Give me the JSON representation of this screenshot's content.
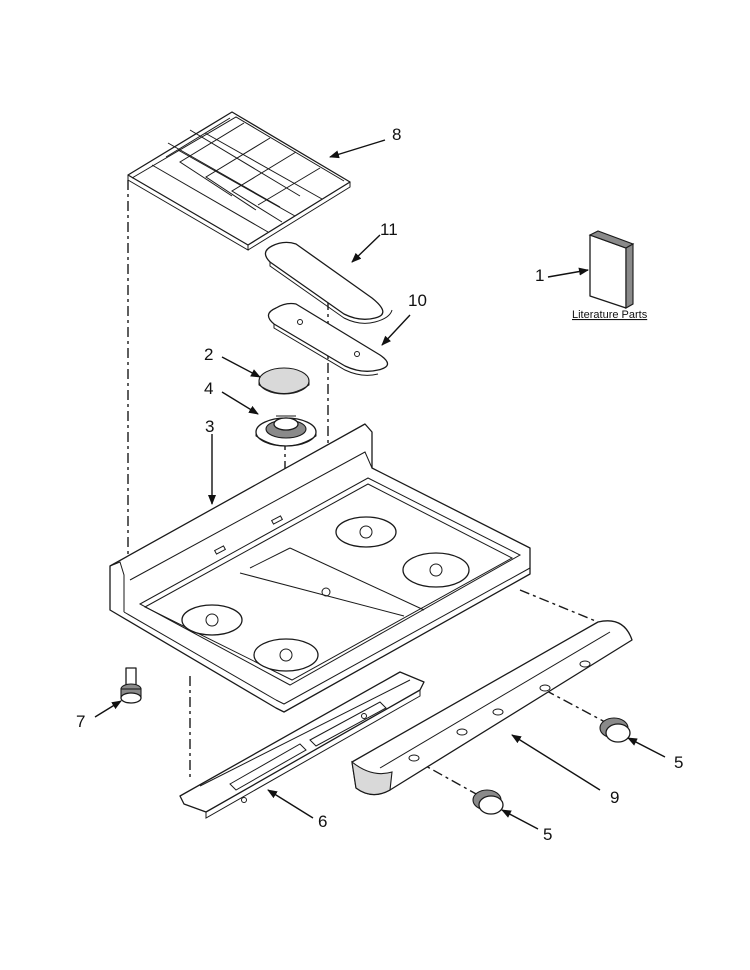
{
  "callouts": {
    "c1": "1",
    "c2": "2",
    "c3": "3",
    "c4": "4",
    "c5a": "5",
    "c5b": "5",
    "c6": "6",
    "c7": "7",
    "c8": "8",
    "c9": "9",
    "c10": "10",
    "c11": "11"
  },
  "literature_label": "Literature Parts"
}
